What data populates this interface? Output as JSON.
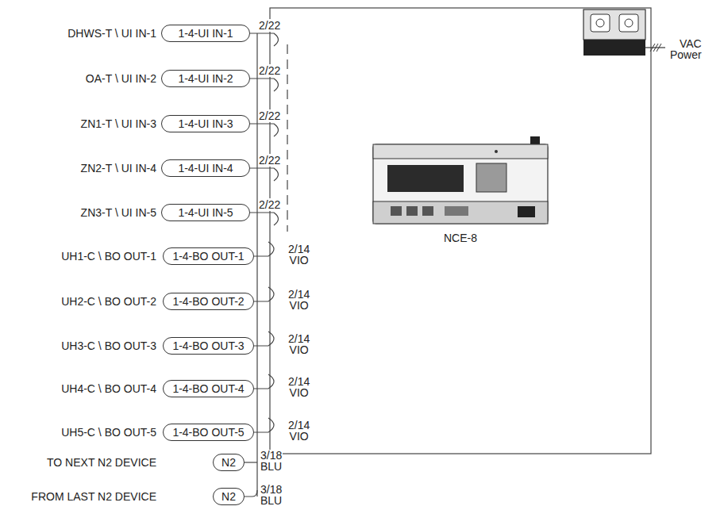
{
  "diagram": {
    "nodes": [
      {
        "text": [
          "1-4-UI IN-1"
        ]
      },
      {
        "text": [
          "1-4-UI IN-2"
        ]
      },
      {
        "text": [
          "1-4-UI IN-3"
        ]
      },
      {
        "text": [
          "1-4-UI IN-4"
        ]
      },
      {
        "text": [
          "1-4-UI IN-5"
        ]
      },
      {
        "text": [
          "1-4-BO OUT-1"
        ]
      },
      {
        "text": [
          "1-4-BO OUT-2"
        ]
      },
      {
        "text": [
          "1-4-BO OUT-3"
        ]
      },
      {
        "text": [
          "1-4-BO OUT-4"
        ]
      },
      {
        "text": [
          "1-4-BO OUT-5"
        ]
      },
      {
        "text": [
          "N2"
        ]
      },
      {
        "text": [
          "N2"
        ]
      },
      {
        "text": [
          "NCE-8"
        ]
      }
    ],
    "labels": [
      "VAC Power",
      "DHWS-T \\ UI IN-1",
      "2/22",
      "OA-T \\ UI IN-2",
      "2/22",
      "ZN1-T \\ UI IN-3",
      "2/22",
      "ZN2-T \\ UI IN-4",
      "2/22",
      "ZN3-T \\ UI IN-5",
      "2/22",
      "UH1-C \\ BO OUT-1",
      "2/14 VIO",
      "UH2-C \\ BO OUT-2",
      "2/14 VIO",
      "UH3-C \\ BO OUT-3",
      "2/14 VIO",
      "UH4-C \\ BO OUT-4",
      "2/14 VIO",
      "UH5-C \\ BO OUT-5",
      "2/14 VIO",
      "TO NEXT N2 DEVICE",
      "3/18 BLU",
      "FROM LAST N2 DEVICE",
      "3/18 BLU"
    ]
  }
}
